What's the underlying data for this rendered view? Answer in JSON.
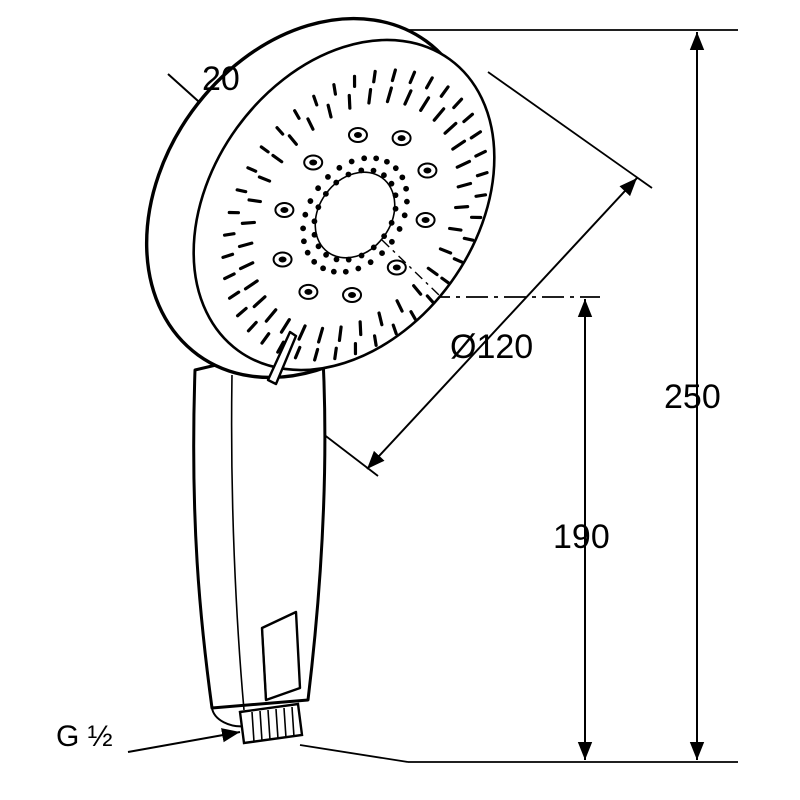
{
  "diagram": {
    "subject": "hand shower dimension drawing",
    "line_color": "#000000",
    "background": "#ffffff",
    "dimensions": {
      "head_thickness": "20",
      "head_diameter": "Ø120",
      "total_height": "250",
      "connection_height": "190",
      "thread": "G ½"
    }
  }
}
